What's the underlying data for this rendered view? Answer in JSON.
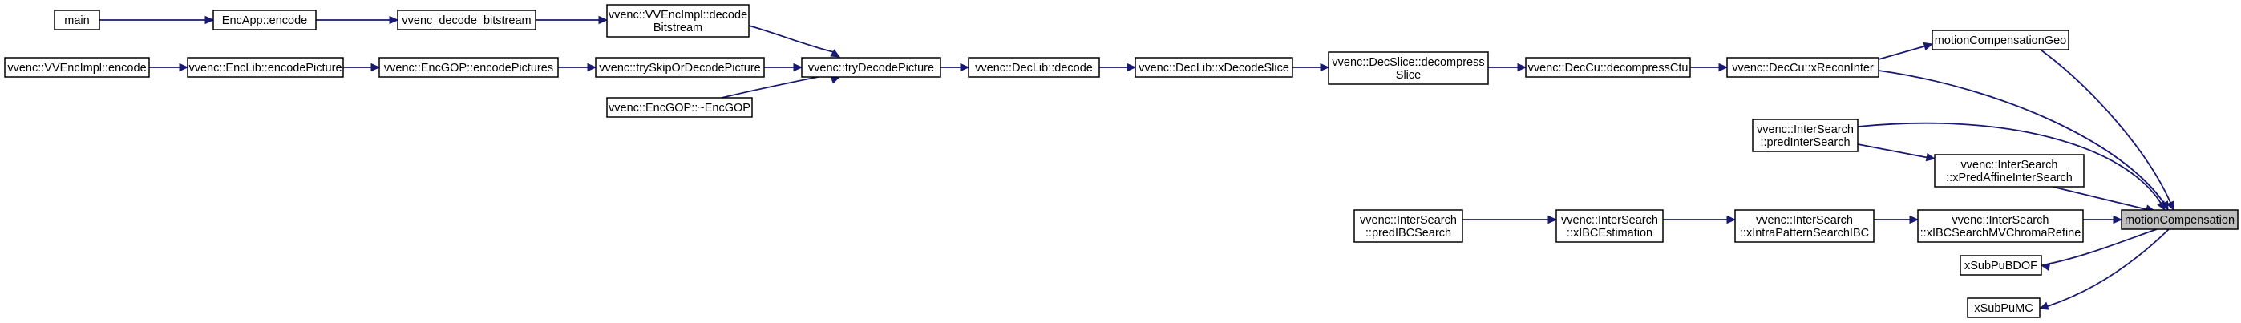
{
  "graph": {
    "title": "motionCompensation call graph",
    "colors": {
      "edge": "#191970",
      "node_border": "#000000",
      "node_fill": "#ffffff",
      "focus_fill": "#bfbfbf"
    },
    "nodes": {
      "main": [
        "main"
      ],
      "encapp": [
        "EncApp::encode"
      ],
      "decode_bitstream": [
        "vvenc_decode_bitstream"
      ],
      "impl_decodebitstream": [
        "vvenc::VVEncImpl::decode",
        "Bitstream"
      ],
      "impl_encode": [
        "vvenc::VVEncImpl::encode"
      ],
      "enclib_encodepicture": [
        "vvenc::EncLib::encodePicture"
      ],
      "encgop_encodepictures": [
        "vvenc::EncGOP::encodePictures"
      ],
      "tryskip": [
        "vvenc::trySkipOrDecodePicture"
      ],
      "encgop_dtor": [
        "vvenc::EncGOP::~EncGOP"
      ],
      "trydecode": [
        "vvenc::tryDecodePicture"
      ],
      "declib_decode": [
        "vvenc::DecLib::decode"
      ],
      "declib_xdecodeslice": [
        "vvenc::DecLib::xDecodeSlice"
      ],
      "decslice": [
        "vvenc::DecSlice::decompress",
        "Slice"
      ],
      "deccu_decompressctu": [
        "vvenc::DecCu::decompressCtu"
      ],
      "deccu_xreconinter": [
        "vvenc::DecCu::xReconInter"
      ],
      "mcgeo": [
        "motionCompensationGeo"
      ],
      "predintersearch": [
        "vvenc::InterSearch",
        "::predInterSearch"
      ],
      "xpredaffine": [
        "vvenc::InterSearch",
        "::xPredAffineInterSearch"
      ],
      "predibcsearch": [
        "vvenc::InterSearch",
        "::predIBCSearch"
      ],
      "xibcestimation": [
        "vvenc::InterSearch",
        "::xIBCEstimation"
      ],
      "xintrapattern": [
        "vvenc::InterSearch",
        "::xIntraPatternSearchIBC"
      ],
      "xibcsearchmv": [
        "vvenc::InterSearch",
        "::xIBCSearchMVChromaRefine"
      ],
      "mc": [
        "motionCompensation"
      ],
      "xsubpubdof": [
        "xSubPuBDOF"
      ],
      "xsubpumc": [
        "xSubPuMC"
      ]
    }
  }
}
